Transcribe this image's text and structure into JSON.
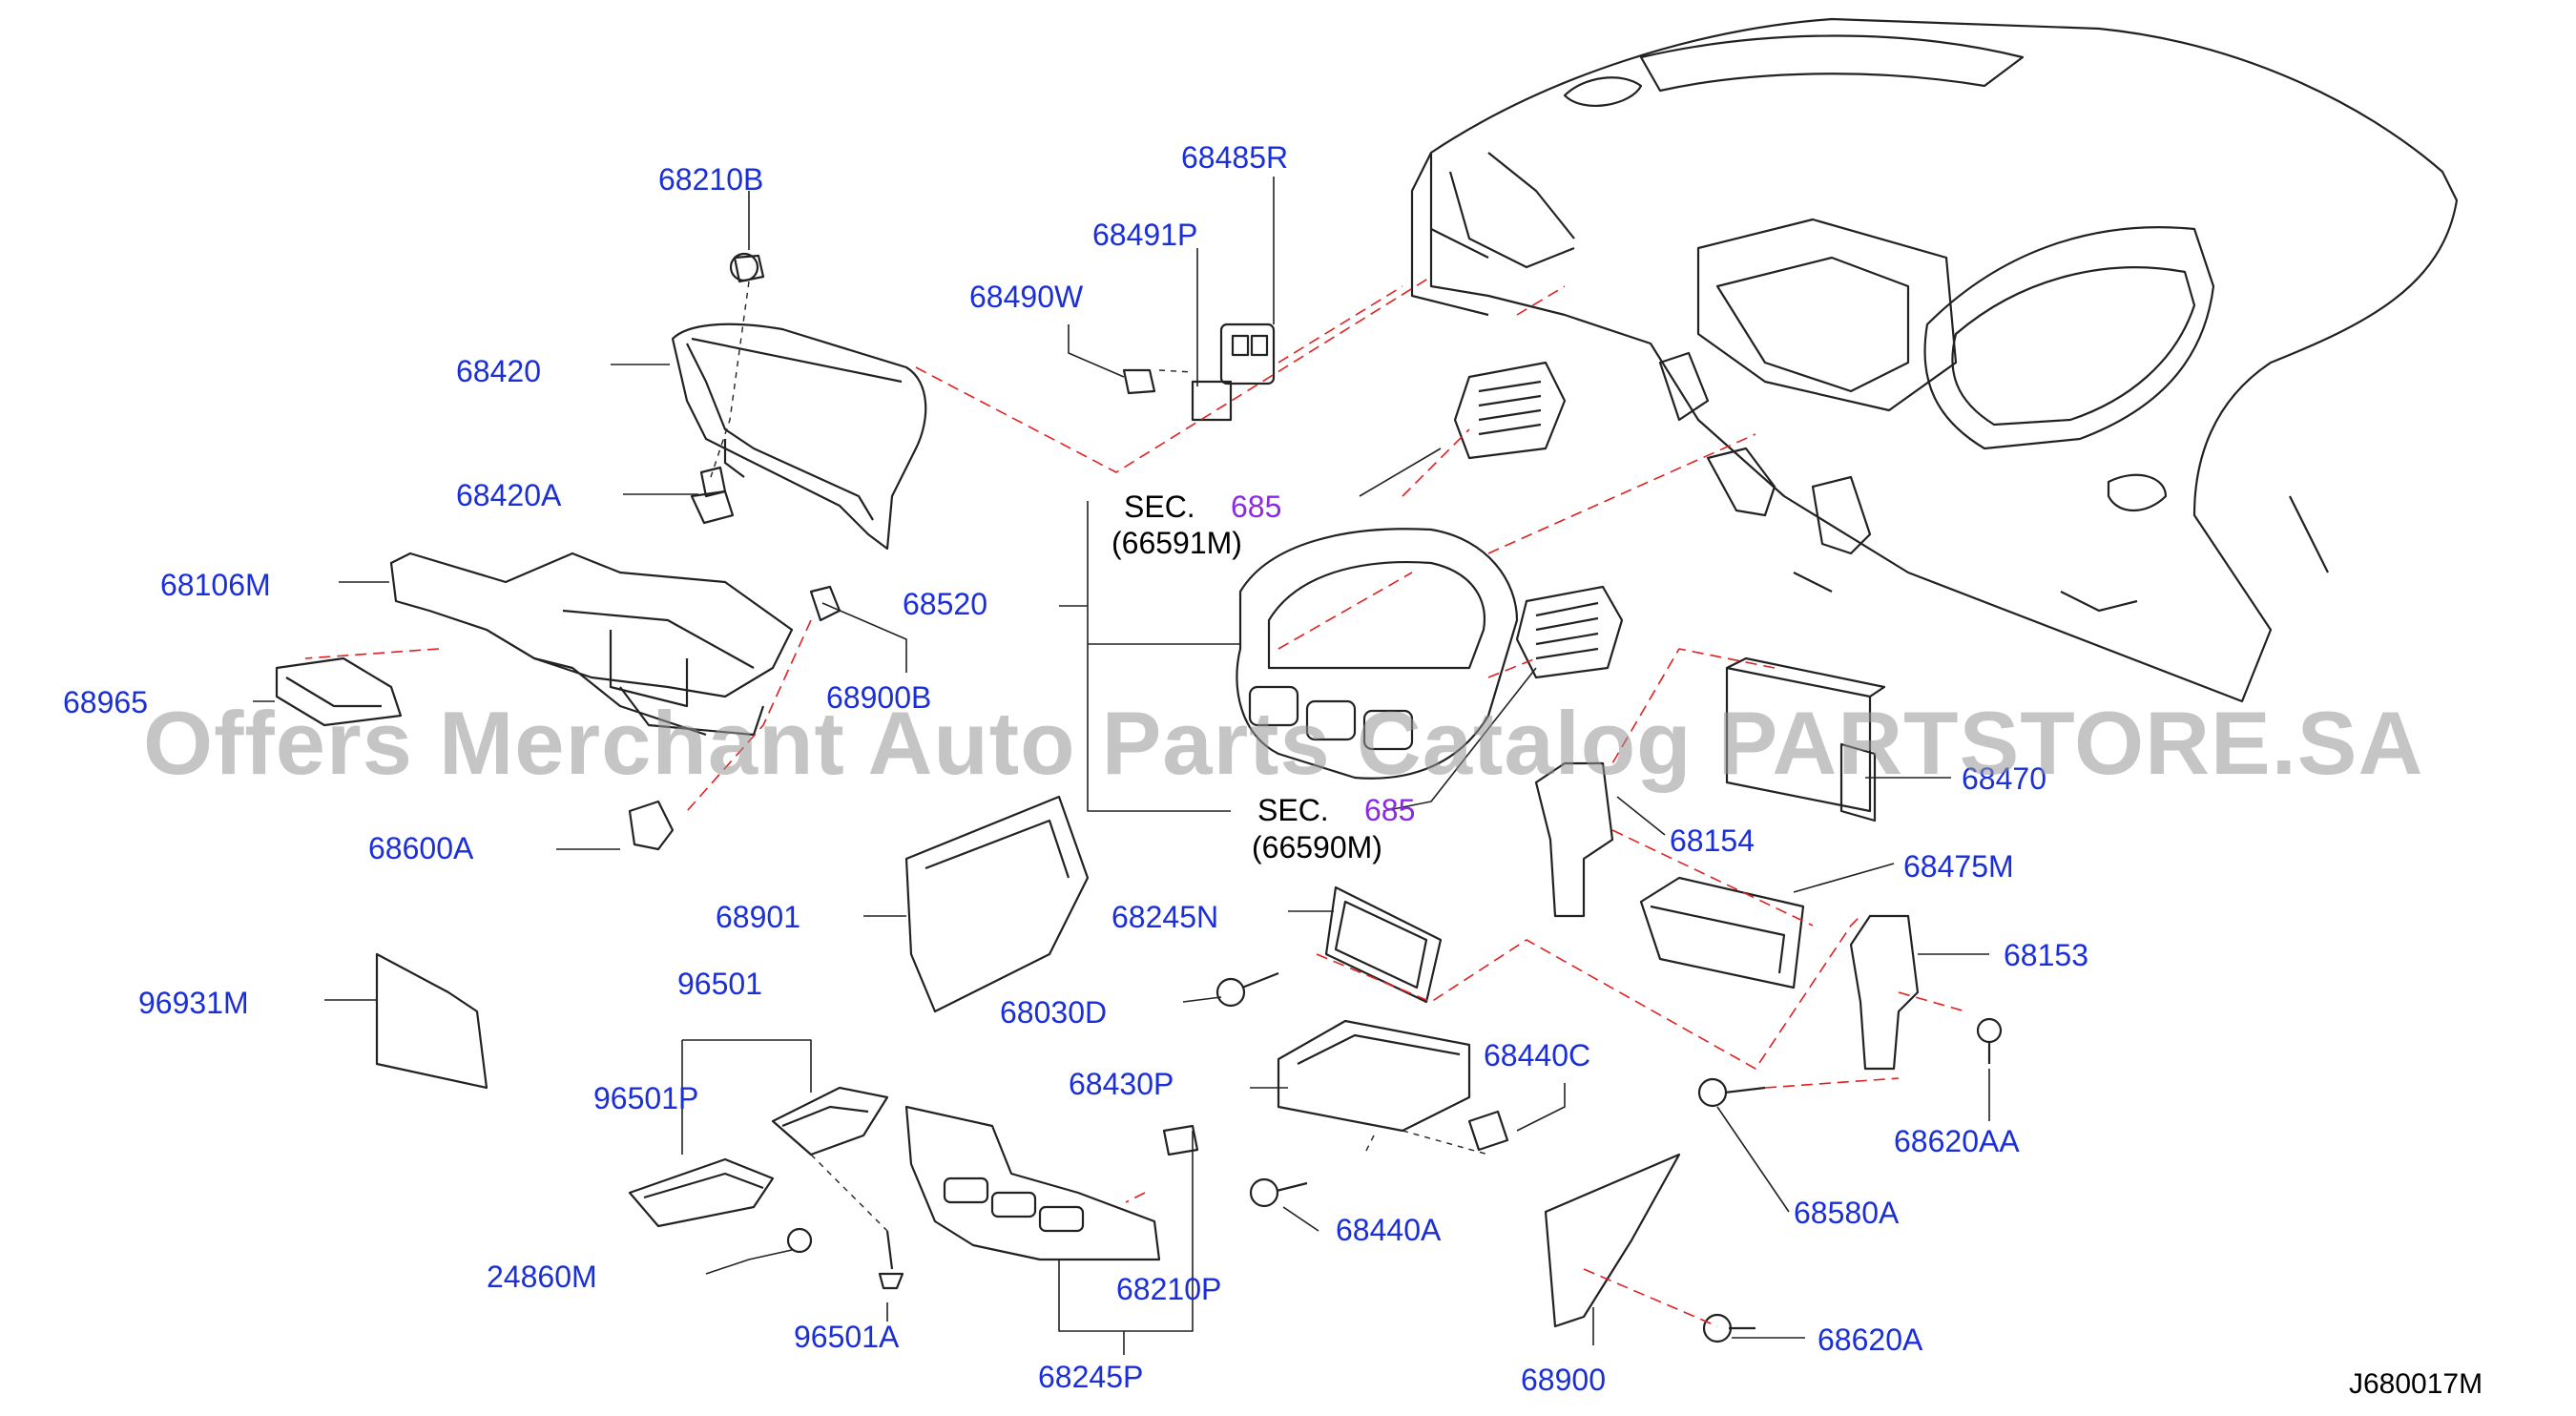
{
  "diagram": {
    "parts": [
      {
        "id": "p68210B",
        "text": "68210B"
      },
      {
        "id": "p68420",
        "text": "68420"
      },
      {
        "id": "p68420A",
        "text": "68420A"
      },
      {
        "id": "p68106M",
        "text": "68106M"
      },
      {
        "id": "p68965",
        "text": "68965"
      },
      {
        "id": "p68900B",
        "text": "68900B"
      },
      {
        "id": "p68600A",
        "text": "68600A"
      },
      {
        "id": "p68485R",
        "text": "68485R"
      },
      {
        "id": "p68491P",
        "text": "68491P"
      },
      {
        "id": "p68490W",
        "text": "68490W"
      },
      {
        "id": "p68520",
        "text": "68520"
      },
      {
        "id": "p68901",
        "text": "68901"
      },
      {
        "id": "p68245N",
        "text": "68245N"
      },
      {
        "id": "p68030D",
        "text": "68030D"
      },
      {
        "id": "p96931M",
        "text": "96931M"
      },
      {
        "id": "p96501",
        "text": "96501"
      },
      {
        "id": "p96501P",
        "text": "96501P"
      },
      {
        "id": "p24860M",
        "text": "24860M"
      },
      {
        "id": "p96501A",
        "text": "96501A"
      },
      {
        "id": "p68430P",
        "text": "68430P"
      },
      {
        "id": "p68440C",
        "text": "68440C"
      },
      {
        "id": "p68440A",
        "text": "68440A"
      },
      {
        "id": "p68210P",
        "text": "68210P"
      },
      {
        "id": "p68245P",
        "text": "68245P"
      },
      {
        "id": "p68470",
        "text": "68470"
      },
      {
        "id": "p68154",
        "text": "68154"
      },
      {
        "id": "p68475M",
        "text": "68475M"
      },
      {
        "id": "p68153",
        "text": "68153"
      },
      {
        "id": "p68620AA",
        "text": "68620AA"
      },
      {
        "id": "p68580A",
        "text": "68580A"
      },
      {
        "id": "p68620A",
        "text": "68620A"
      },
      {
        "id": "p68900",
        "text": "68900"
      }
    ],
    "section_refs": [
      {
        "sec": "SEC.",
        "num": "685",
        "code": "(66591M)"
      },
      {
        "sec": "SEC.",
        "num": "685",
        "code": "(66590M)"
      }
    ],
    "diagram_code": "J680017M",
    "watermark": "Offers Merchant Auto Parts Catalog PARTSTORE.SA",
    "colors": {
      "label": "#1a2fd8",
      "section_number": "#8a2be2",
      "dashed_leader": "#e02020",
      "drawing": "#222222"
    }
  }
}
